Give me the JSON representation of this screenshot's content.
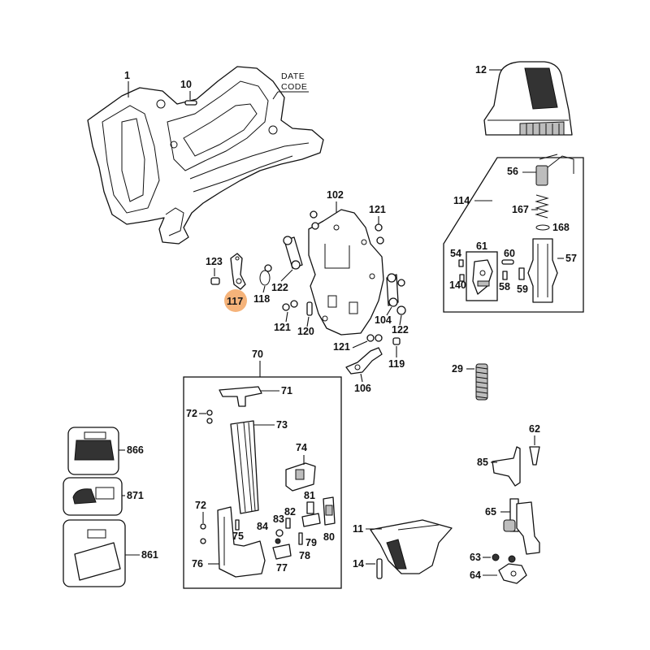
{
  "date_code_label": [
    "DATE",
    "CODE"
  ],
  "highlight_color": "#f5b37a",
  "highlighted_part": "117",
  "callouts": {
    "c1": "1",
    "c10": "10",
    "c12": "12",
    "c114": "114",
    "c56": "56",
    "c167": "167",
    "c168": "168",
    "c61": "61",
    "c54": "54",
    "c60": "60",
    "c57": "57",
    "c140": "140",
    "c58": "58",
    "c59": "59",
    "c102": "102",
    "c121a": "121",
    "c123": "123",
    "c117": "117",
    "c122a": "122",
    "c118": "118",
    "c121b": "121",
    "c120": "120",
    "c104": "104",
    "c122b": "122",
    "c121c": "121",
    "c119": "119",
    "c106": "106",
    "c70": "70",
    "c71": "71",
    "c72a": "72",
    "c73": "73",
    "c74": "74",
    "c72b": "72",
    "c75": "75",
    "c81": "81",
    "c82": "82",
    "c83": "83",
    "c84": "84",
    "c80": "80",
    "c79": "79",
    "c78": "78",
    "c76": "76",
    "c77": "77",
    "c29": "29",
    "c866": "866",
    "c871": "871",
    "c861": "861",
    "c62": "62",
    "c85": "85",
    "c65": "65",
    "c11": "11",
    "c14": "14",
    "c63": "63",
    "c64": "64"
  }
}
